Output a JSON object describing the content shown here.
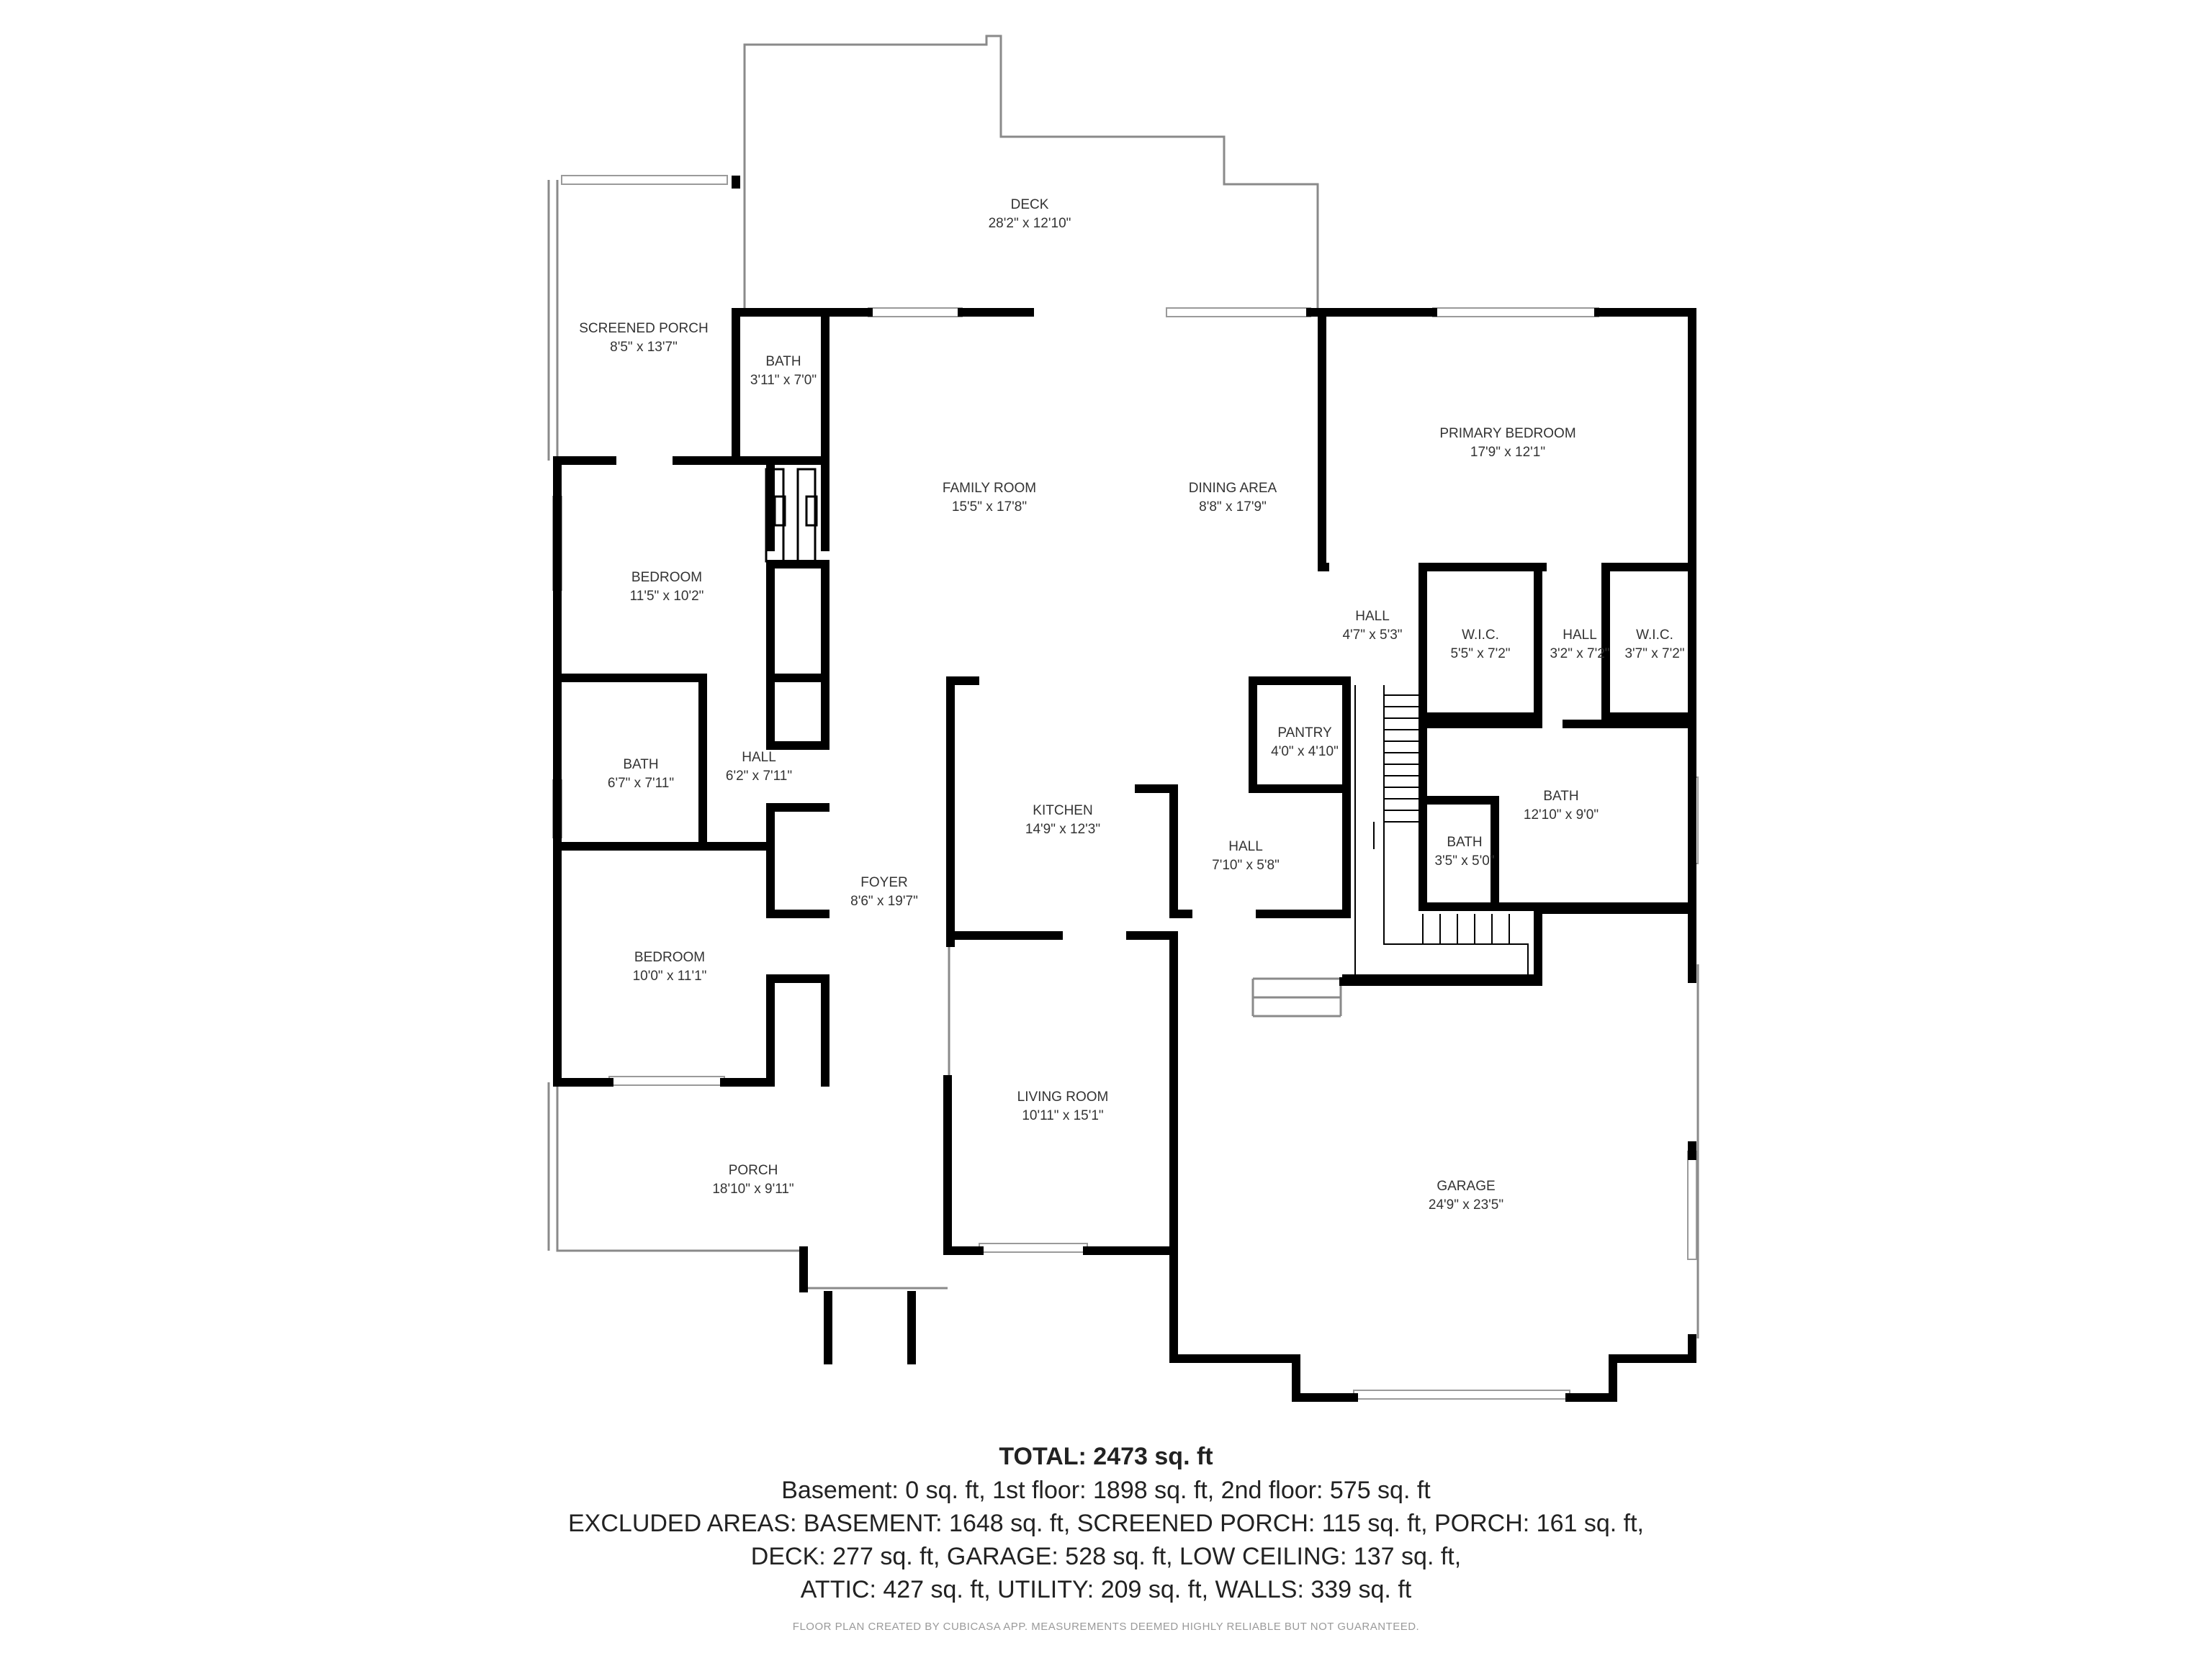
{
  "rooms": [
    {
      "name": "DECK",
      "dims": "28'2\" x 12'10\""
    },
    {
      "name": "SCREENED PORCH",
      "dims": "8'5\" x 13'7\""
    },
    {
      "name": "BATH",
      "dims": "3'11\" x 7'0\""
    },
    {
      "name": "FAMILY ROOM",
      "dims": "15'5\" x 17'8\""
    },
    {
      "name": "DINING AREA",
      "dims": "8'8\" x 17'9\""
    },
    {
      "name": "PRIMARY BEDROOM",
      "dims": "17'9\" x 12'1\""
    },
    {
      "name": "BEDROOM",
      "dims": "11'5\" x 10'2\""
    },
    {
      "name": "HALL",
      "dims": "4'7\" x 5'3\""
    },
    {
      "name": "W.I.C.",
      "dims": "5'5\" x 7'2\""
    },
    {
      "name": "HALL",
      "dims": "3'2\" x 7'2\""
    },
    {
      "name": "W.I.C.",
      "dims": "3'7\" x 7'2\""
    },
    {
      "name": "PANTRY",
      "dims": "4'0\" x 4'10\""
    },
    {
      "name": "BATH",
      "dims": "6'7\" x 7'11\""
    },
    {
      "name": "HALL",
      "dims": "6'2\" x 7'11\""
    },
    {
      "name": "KITCHEN",
      "dims": "14'9\" x 12'3\""
    },
    {
      "name": "BATH",
      "dims": "12'10\" x 9'0\""
    },
    {
      "name": "FOYER",
      "dims": "8'6\" x 19'7\""
    },
    {
      "name": "HALL",
      "dims": "7'10\" x 5'8\""
    },
    {
      "name": "BATH",
      "dims": "3'5\" x 5'0\""
    },
    {
      "name": "BEDROOM",
      "dims": "10'0\" x 11'1\""
    },
    {
      "name": "LIVING ROOM",
      "dims": "10'11\" x 15'1\""
    },
    {
      "name": "PORCH",
      "dims": "18'10\" x 9'11\""
    },
    {
      "name": "GARAGE",
      "dims": "24'9\" x 23'5\""
    }
  ],
  "summary": {
    "total": "TOTAL: 2473 sq. ft",
    "line1": "Basement: 0 sq. ft, 1st floor: 1898 sq. ft, 2nd floor: 575 sq. ft",
    "line2": "EXCLUDED AREAS: BASEMENT: 1648 sq. ft, SCREENED PORCH: 115 sq. ft, PORCH: 161 sq. ft,",
    "line3": "DECK: 277 sq. ft, GARAGE: 528 sq. ft, LOW CEILING: 137 sq. ft,",
    "line4": "ATTIC: 427 sq. ft, UTILITY: 209 sq. ft, WALLS: 339 sq. ft"
  },
  "credit": "FLOOR PLAN CREATED BY CUBICASA APP. MEASUREMENTS DEEMED HIGHLY RELIABLE BUT NOT GUARANTEED.",
  "colors": {
    "wall": "#000000",
    "thin": "#8a8a8a",
    "window": "#bdbdbd",
    "text": "#333333"
  }
}
